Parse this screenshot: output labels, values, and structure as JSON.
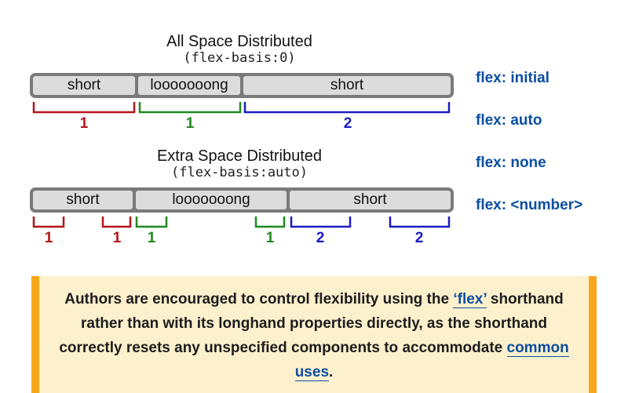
{
  "diagram_top": {
    "title": "All Space Distributed",
    "subtitle": "(flex-basis:0)",
    "items": [
      "short",
      "looooooong",
      "short"
    ],
    "flex_labels": [
      "1",
      "1",
      "2"
    ]
  },
  "diagram_bottom": {
    "title": "Extra Space Distributed",
    "subtitle": "(flex-basis:auto)",
    "items": [
      "short",
      "looooooong",
      "short"
    ],
    "flex_labels": [
      "1",
      "1",
      "1",
      "1",
      "2",
      "2"
    ]
  },
  "legend": [
    "flex: initial",
    "flex: auto",
    "flex: none",
    "flex: <number>"
  ],
  "note": {
    "text_before": "Authors are encouraged to control flexibility using the ",
    "link1": "‘flex’",
    "text_middle": " shorthand rather than with its longhand properties directly, as the shorthand correctly resets any unspecified components to accommodate ",
    "link2": "common uses",
    "text_after": "."
  },
  "colors": {
    "red": "#b3141b",
    "green": "#1f8a1f",
    "blue": "#1c1cbf",
    "link": "#0b4ea2",
    "note_border": "#f8a61a",
    "note_bg": "#fcf0cd"
  }
}
